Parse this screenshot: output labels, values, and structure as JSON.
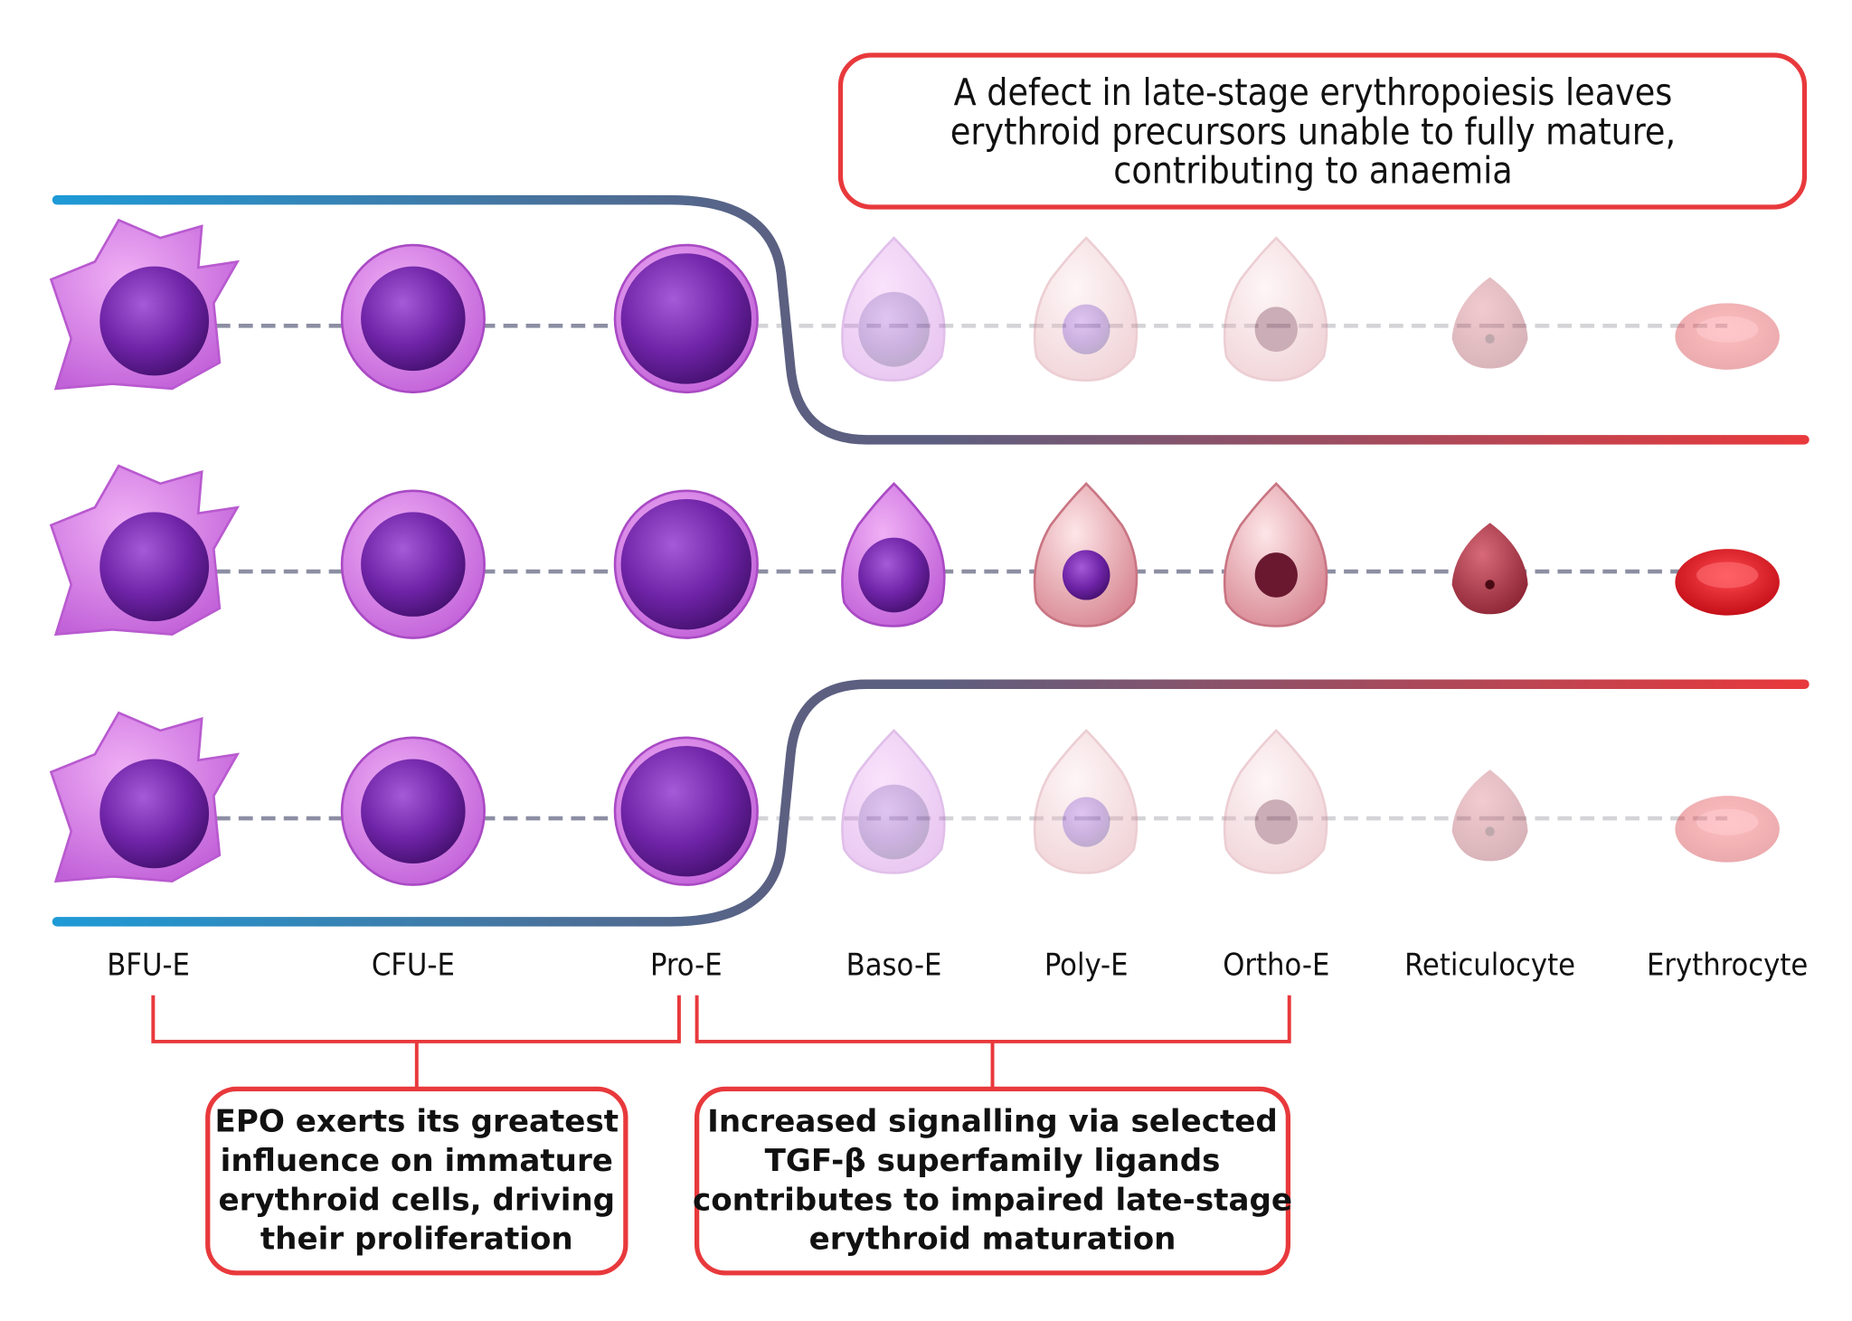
{
  "top_callout": {
    "lines": [
      "A defect in late-stage erythropoiesis leaves",
      "erythroid precursors unable to fully mature,",
      "contributing to anaemia"
    ]
  },
  "stages": [
    "BFU-E",
    "CFU-E",
    "Pro-E",
    "Baso-E",
    "Poly-E",
    "Ortho-E",
    "Reticulocyte",
    "Erythrocyte"
  ],
  "rows": [
    {
      "name": "top-row",
      "faded_from_stage": 3
    },
    {
      "name": "middle-row",
      "faded_from_stage": 8
    },
    {
      "name": "bottom-row",
      "faded_from_stage": 3
    }
  ],
  "left_callout": {
    "lines": [
      "EPO exerts its greatest",
      "influence on immature",
      "erythroid cells, driving",
      "their proliferation"
    ]
  },
  "right_callout": {
    "lines": [
      "Increased signalling via selected",
      "TGF-β superfamily ligands",
      "contributes to impaired late-stage",
      "erythroid maturation"
    ]
  },
  "colors": {
    "blue": "#1e9ad6",
    "gray": "#5c5f80",
    "red": "#e8393c",
    "purple": "#7a2fb0",
    "erythro": "#e0141e"
  }
}
